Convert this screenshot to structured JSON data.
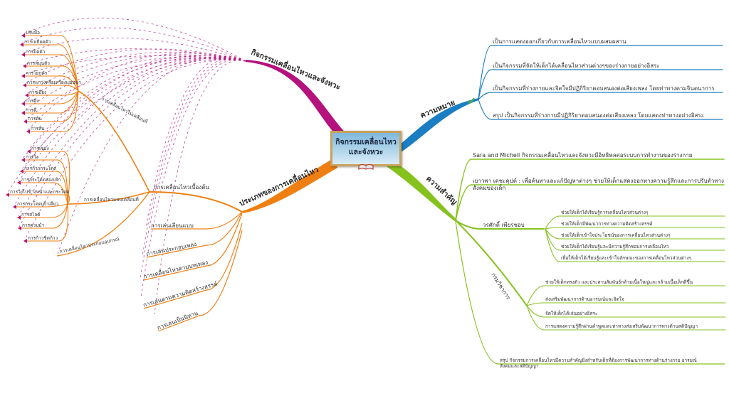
{
  "center": {
    "title": "กิจกรรมเคลื่อนไหวและจังหวะ",
    "line1": "กิจกรรมเคลื่อนไหว",
    "line2": "และจังหวะ"
  },
  "colors": {
    "magenta": "#b5127d",
    "blue": "#1b7ec2",
    "green": "#86c21e",
    "orange": "#f07f12"
  },
  "activities_branch": {
    "label": "กิจกรรมเคลื่อนไหวและจังหวะ"
  },
  "meaning": {
    "label": "ความหมาย",
    "icon": "check-icon",
    "items": [
      "เป็นการแสดงออกเกี่ยวกับการเคลื่อนไหวแบบผสมผสาน",
      "เป็นกิจกรรมที่จัดให้เด็กได้เคลื่อนไหวส่วนต่างๆของร่างกายอย่างอิสระ",
      "เป็นกิจกรรมที่ร่างกายและจิตใจมีปฏิกิริยาตอบสนองต่อเสียงเพลง โดยท่าทางตามจินตนาการ",
      "สรุป เป็นกิจกรรมที่ร่างกายมีปฏิกิริยาตอบสนองต่อเสียงเพลง โดยแสดงท่าทางอย่างอิสระ"
    ]
  },
  "importance": {
    "label": "ความสำคัญ",
    "sara": "Sara and Michell กิจกรรมเคลื่อนไหวและจังหวะมีอิทธิพลต่อระบบการทำงานของร่างกาย",
    "yaowapa": "เยาวพา เดชะคุปต์ : เพื่อค้นหาและแก้ปัญหาต่างๆ ช่วยให้เด็กแสดงออกทางความรู้สึกและการปรับตัวทางสังคมของเด็ก",
    "worasak": {
      "label": "วรศักดิ์ เพียรชอบ",
      "items": [
        "ช่วยให้เด็กได้เรียนรู้การเคลื่อนไหวส่วนต่างๆ",
        "ช่วยให้เด็กมีพัฒนาการทางความคิดสร้างสรรค์",
        "ช่วยให้เด็กเข้าใจประโยชน์ของการเคลื่อนไหวส่วนต่างๆ",
        "ช่วยให้เด็กได้เรียนรู้และมีความรู้สึกชอบการเคลื่อนไหว",
        "เพื่อให้เด็กได้เรียนรู้และเข้าใจลักษณะของการเคลื่อนไหวส่วนต่างๆ"
      ]
    },
    "academic": {
      "label": "กรมวิชาการ",
      "items": [
        "ช่วยให้เด็กทรงตัว และประสานสัมพันธ์กล้ามเนื้อใหญ่และกล้ามเนื้อเล็กดีขึ้น",
        "ส่งเสริมพัฒนาการด้านอารมณ์และจิตใจ",
        "จัดให้เด็กได้เล่นอย่างอิสระ",
        "การแสดงความรู้สึกผ่านคำพูดและท่าทางส่งเสริมพัฒนาการทางด้านสติปัญญา"
      ]
    },
    "summary": "สรุป กิจกรรมการเคลื่อนไหวมีความสำคัญยิ่งสำหรับเด็กที่ต้องการพัฒนาการทางด้านร่างกาย อารมณ์ สังคมและสติปัญญา"
  },
  "types": {
    "label": "ประเภทของการเคลื่อนไหว",
    "basic": {
      "label": "การเคลื่อนไหวเบื้องต้น",
      "non_locomotor": {
        "label": "การเคลื่อนไหวไม่เคลื่อนที่",
        "items": [
          "ปรบมือ",
          "การเหยียดตัว",
          "การบิดตัว",
          "การหมุนตัว",
          "การโยกตัว",
          "การแกว่งหรือเหวี่ยงแขนขา",
          "การเอียง",
          "การดึง",
          "การตี",
          "การดัน",
          "การสั่น"
        ]
      },
      "locomotor": {
        "label": "การเคลื่อนไหวแบบเคลื่อนที่",
        "items": [
          "การเขย่ง",
          "การวิ่ง",
          "การก้าวกระโดด",
          "การกระโดดสองเท้า",
          "การวิ่งไปข้างหน้าและกระโดด",
          "การกระโดดเท้าเดียว",
          "การสไลด์",
          "การควบม้า",
          "การก้าวชิดก้าว"
        ]
      },
      "equipment": {
        "label": "การเคลื่อนไหวประกอบอุปกรณ์"
      }
    },
    "items": [
      "การเล่นเลียนแบบ",
      "การเล่นประกอบเพลง",
      "การเคลื่อนไหวตามบทเพลง",
      "การเล่นตามความคิดสร้างสรรค์",
      "การเล่นเป็นนิทาน"
    ]
  }
}
